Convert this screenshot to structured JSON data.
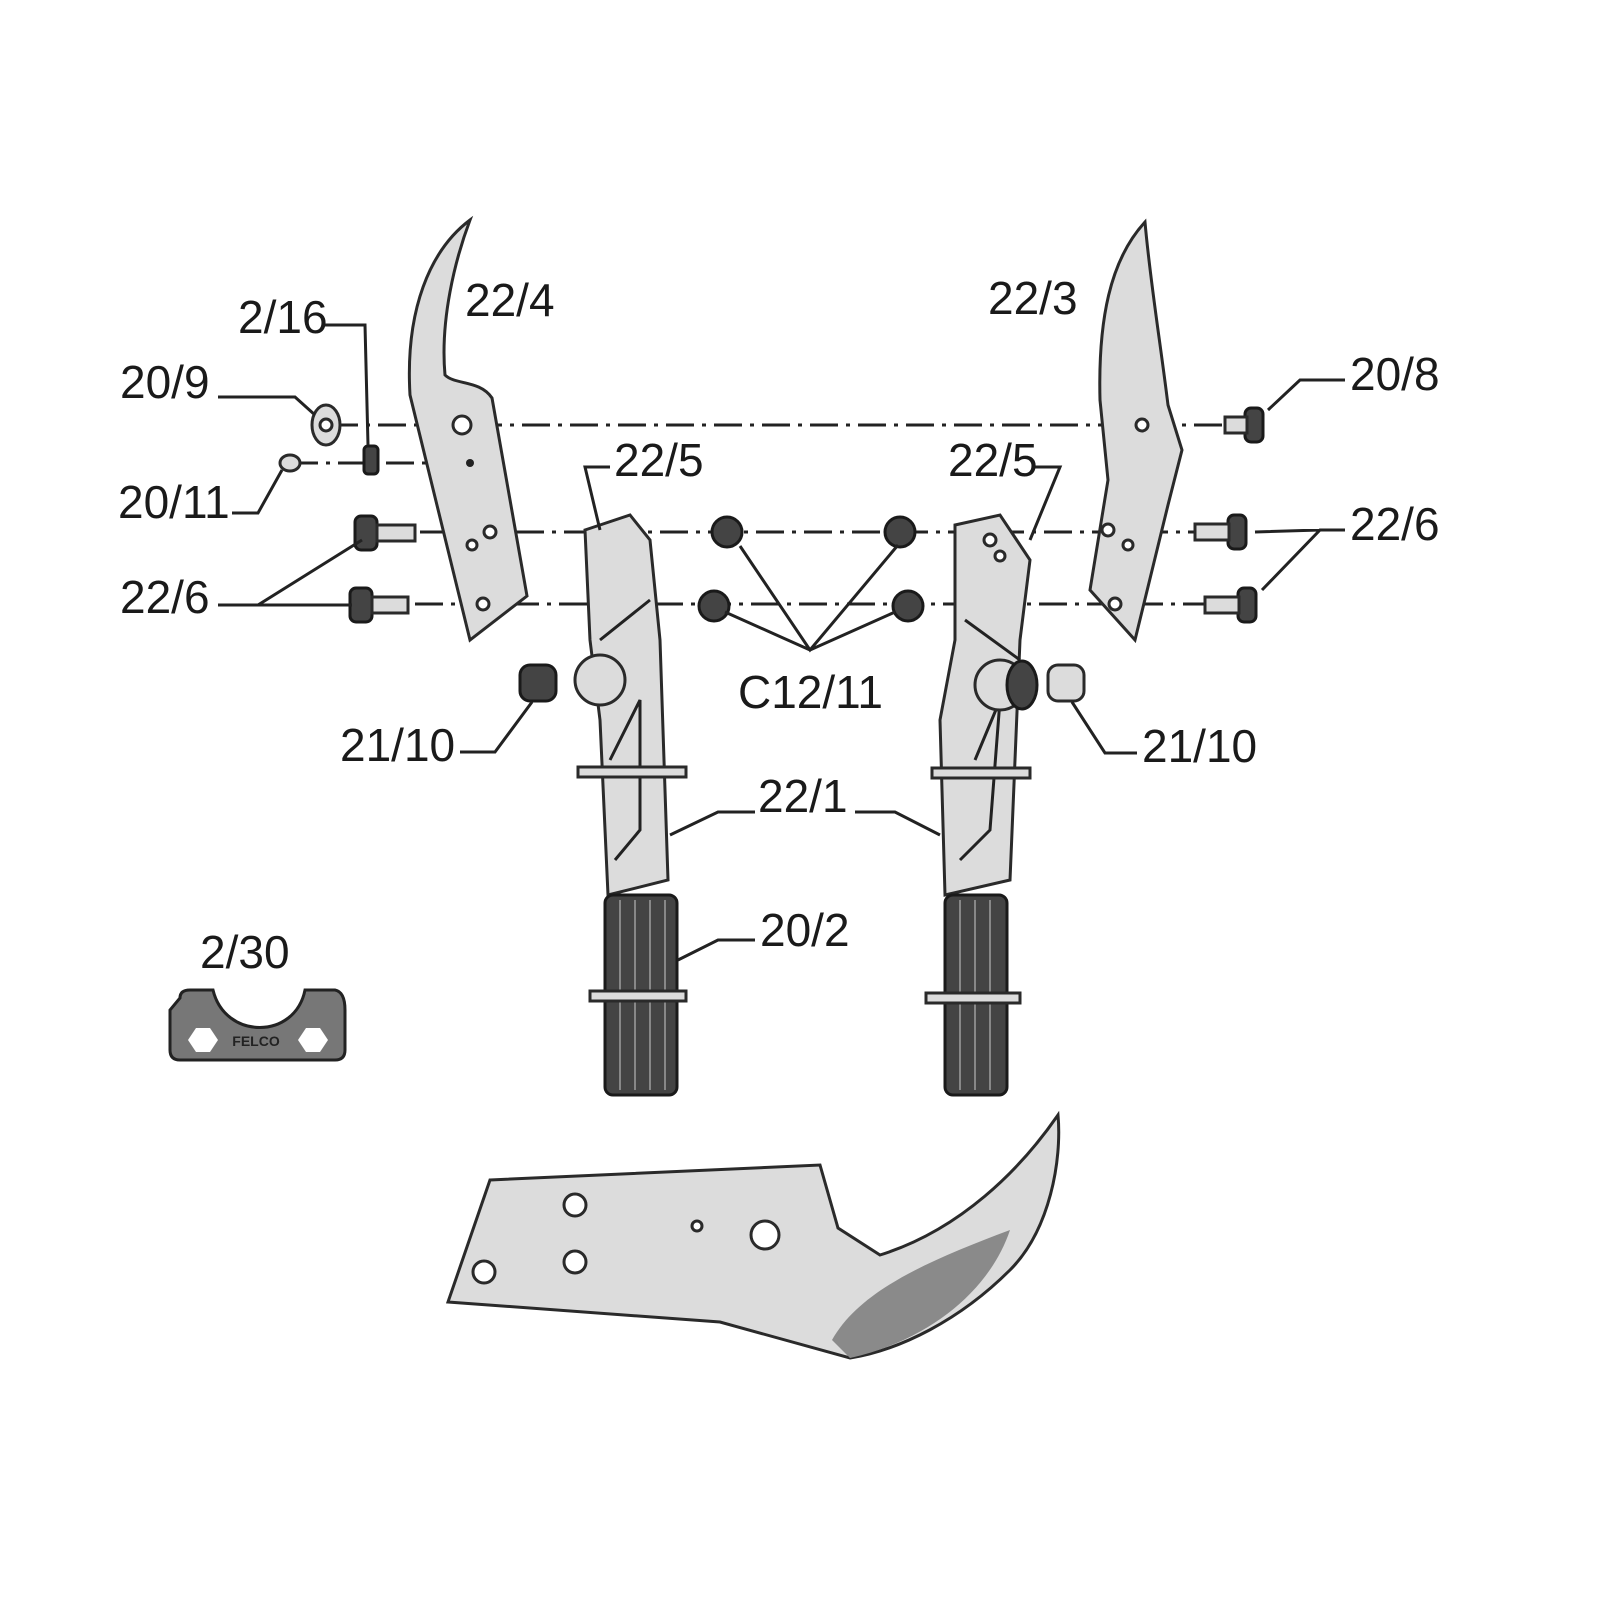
{
  "diagram": {
    "labels": {
      "blade_left": "22/4",
      "blade_right": "22/3",
      "spring_pin": "2/16",
      "washer": "20/9",
      "small_screw": "20/11",
      "bolts_left": "22/6",
      "bolts_right": "22/6",
      "handle_pin_left": "22/5",
      "handle_pin_right": "22/5",
      "bolt_nut": "20/8",
      "nuts": "C12/11",
      "buffer_left": "21/10",
      "buffer_right": "21/10",
      "handle": "22/1",
      "grip": "20/2",
      "wrench": "2/30"
    },
    "wrench_logo": "FELCO",
    "colors": {
      "part": "#dcdcdc",
      "dark": "#444444",
      "line": "#222222"
    }
  }
}
